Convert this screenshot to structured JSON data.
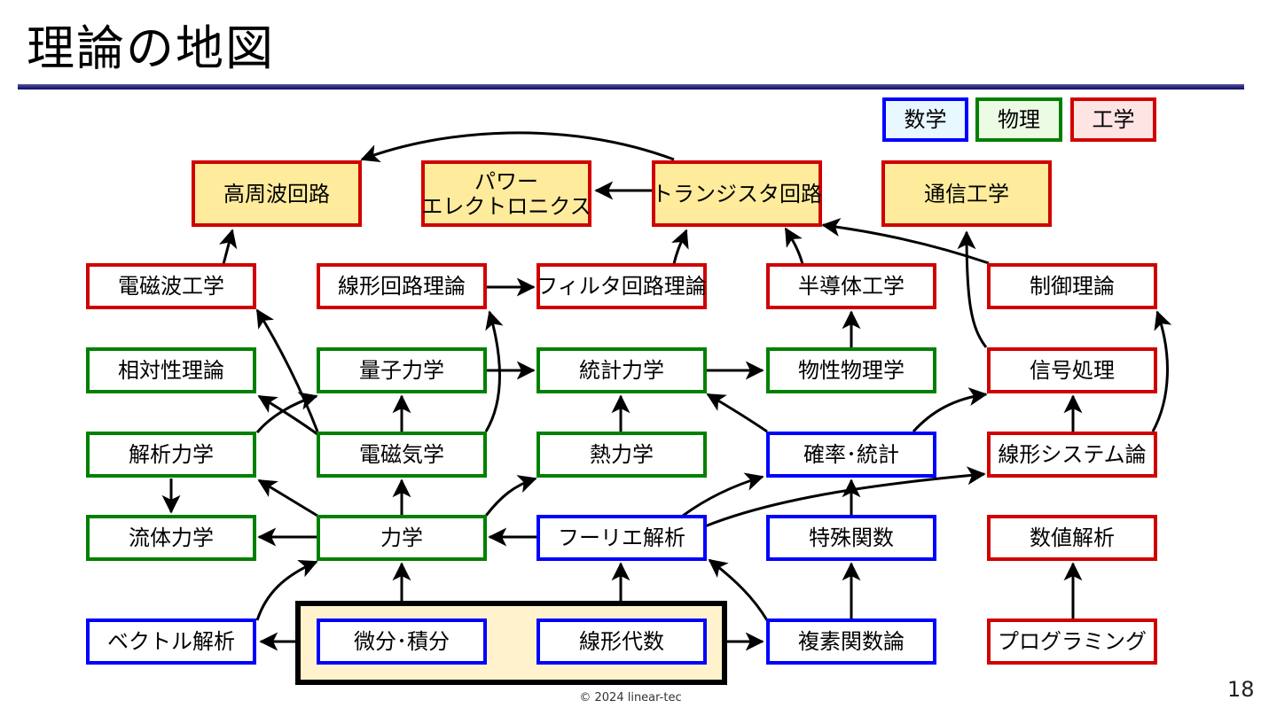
{
  "title": "理論の地図",
  "legend": {
    "math": "数学",
    "physics": "物理",
    "engineering": "工学"
  },
  "colors": {
    "math": "#0000ff",
    "physics": "#008000",
    "engineering": "#d00000",
    "engineering_fill": "#ffeb9c",
    "foundation_fill": "#fff2cc"
  },
  "nodes": {
    "high_freq": "高周波回路",
    "power_line1": "パワー",
    "power_line2": "エレクトロニクス",
    "transistor": "トランジスタ回路",
    "comm": "通信工学",
    "em_wave": "電磁波工学",
    "linear_circuit": "線形回路理論",
    "filter": "フィルタ回路理論",
    "semiconductor": "半導体工学",
    "control": "制御理論",
    "relativity": "相対性理論",
    "quantum": "量子力学",
    "stat_mech": "統計力学",
    "solid_state": "物性物理学",
    "signal": "信号処理",
    "analytical": "解析力学",
    "electromag": "電磁気学",
    "thermo": "熱力学",
    "prob_stat": "確率･統計",
    "linear_sys": "線形システム論",
    "fluid": "流体力学",
    "mechanics": "力学",
    "fourier": "フーリエ解析",
    "special_func": "特殊関数",
    "numerical": "数値解析",
    "vector": "ベクトル解析",
    "calculus": "微分･積分",
    "linear_alg": "線形代数",
    "complex": "複素関数論",
    "programming": "プログラミング"
  },
  "footer": "© 2024 linear-tec",
  "page_number": "18"
}
